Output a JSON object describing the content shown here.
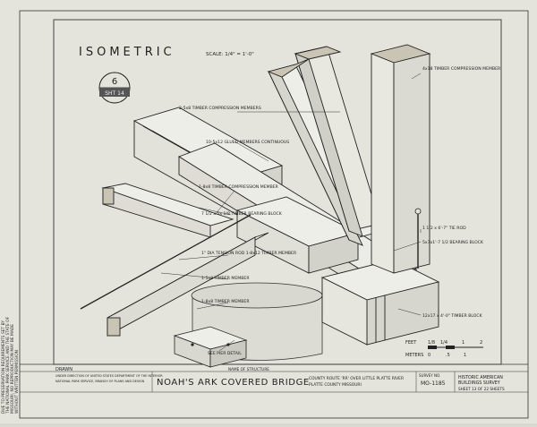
{
  "drawing": {
    "view_title": "ISOMETRIC",
    "scale_label": "SCALE: 1/4\" = 1'-0\"",
    "detail_number": "6",
    "detail_sheet": "SHT 14",
    "labels": {
      "timber_compression_member_top": "4x18 TIMBER COMPRESSION MEMBER",
      "twin_timber_compression": "2-5x8 TIMBER COMPRESSION MEMBERS",
      "gluelam_chord": "10-5x12 GLUED MEMBERS CONTINUOUS",
      "single_timber_compression": "1-8x8 TIMBER COMPRESSION MEMBER",
      "timber_bearing_block": "7 1/2 x 5x 1/8 TIMBER BEARING BLOCK",
      "tension_rod": "1\" DIA TENSION ROD 1-8x12 TIMBER MEMBER",
      "single_timber_member": "1-5x8 TIMBER MEMBER",
      "timber_stringer": "1-8x8 TIMBER MEMBER",
      "tie_rod": "1 1/2 x 6'-7\" TIE ROD",
      "bearing_block": "5x7x1'-7 1/2 BEARING BLOCK",
      "timber_block_bottom": "12x17 x 4'-0\" TIMBER BLOCK",
      "pier_detail": "SEE PIER DETAIL"
    },
    "scale_bar": {
      "feet_label": "FEET",
      "meters_label": "METERS",
      "ticks_top": [
        "1/8",
        "1/4",
        "1",
        "2"
      ],
      "ticks_bottom": [
        "0",
        ".5",
        "1"
      ]
    }
  },
  "title_block": {
    "name_of_structure_label": "NAME OF STRUCTURE",
    "structure_name": "NOAH'S ARK COVERED BRIDGE",
    "location_line1": "COUNTY ROUTE 'RR' OVER LITTLE PLATTE RIVER",
    "location_line2": "PLATTE COUNTY    MISSOURI",
    "survey_no_label": "SURVEY NO.",
    "survey_no": "MO-1185",
    "agency_line1": "HISTORIC AMERICAN",
    "agency_line2": "BUILDINGS SURVEY",
    "sheet_label": "SHEET 13 OF 22 SHEETS",
    "left_credit": "DRAWN",
    "under_direction": "UNDER DIRECTION OF UNITED STATES DEPARTMENT OF THE INTERIOR",
    "park_service": "NATIONAL PARK SERVICE, BRANCH OF PLANS AND DESIGN"
  },
  "side_note": "DUE TO PRESERVATION REQUIREMENTS SET BY\nTHE NATIONAL PARK SERVICE AND THE STATE OF\nMISSOURI, NO REPRODUCTION MAY BE MADE\nWITHOUT WRITTEN PERMISSION"
}
